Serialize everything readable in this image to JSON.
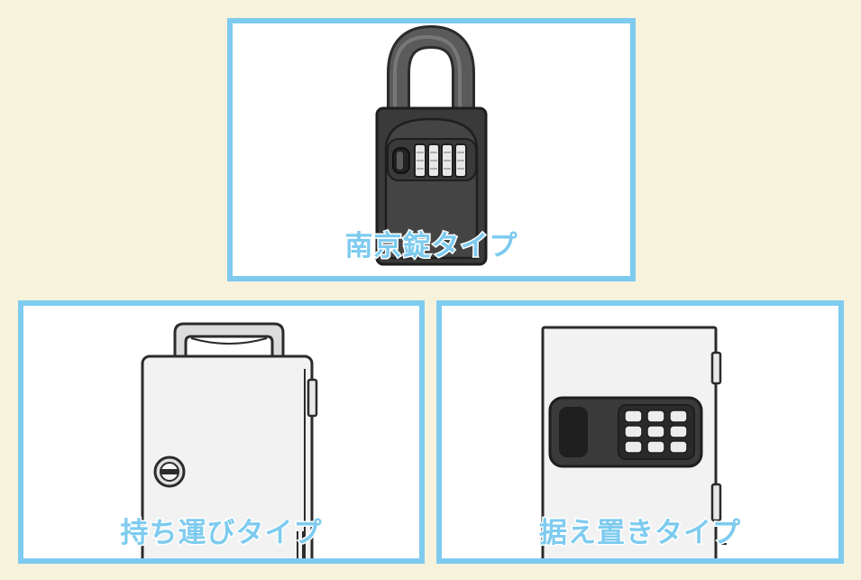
{
  "colors": {
    "background": "#f7f2dc",
    "card_border": "#7ecbef",
    "label_text": "#7ecbef",
    "label_outline": "#ffffff",
    "lock_body": "#3a3a3a",
    "outline": "#2b2b2b",
    "box_fill": "#f2f2f2"
  },
  "cards": [
    {
      "label": "南京錠タイプ",
      "icon": "padlock-key-box-icon"
    },
    {
      "label": "持ち運びタイプ",
      "icon": "portable-key-box-icon"
    },
    {
      "label": "据え置きタイプ",
      "icon": "wall-mounted-key-box-icon"
    }
  ]
}
